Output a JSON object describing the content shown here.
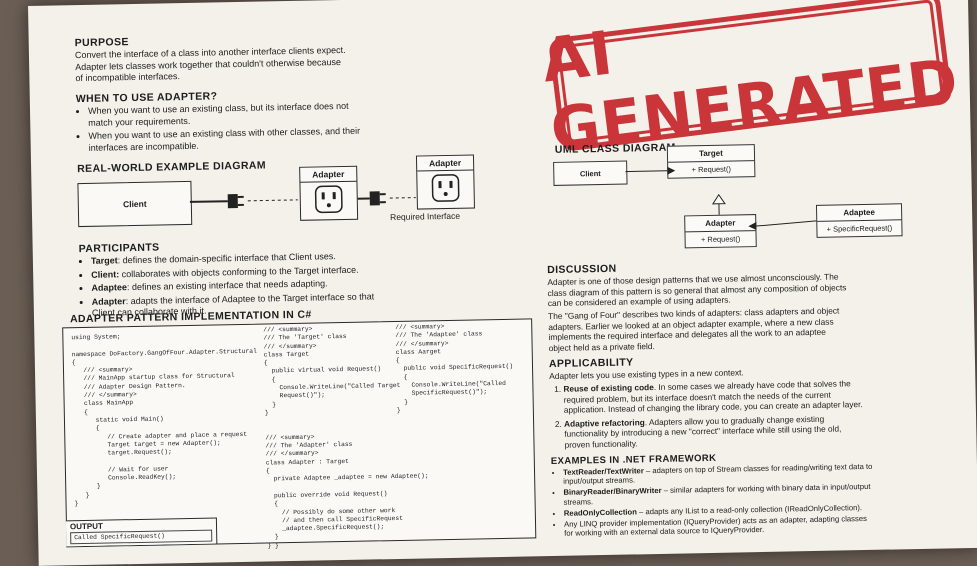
{
  "purpose": {
    "heading": "PURPOSE",
    "lines": [
      "Convert the interface of a class into another interface clients expect.",
      "Adapter lets classes work together that couldn't otherwise because",
      "of incompatible interfaces."
    ]
  },
  "when": {
    "heading": "WHEN TO USE ADAPTER?",
    "items": [
      "When you want to use an existing class, but its interface does not match your requirements.",
      "When you want to use an existing class with other classes, and their interfaces are incompatible."
    ]
  },
  "realworld": {
    "heading": "REAL-WORLD EXAMPLE DIAGRAM",
    "client": "Client",
    "adapter": "Adapter",
    "adaptee": "Adapter",
    "caption": "Required Interface"
  },
  "participants": {
    "heading": "PARTICIPANTS",
    "items": [
      {
        "term": "Target",
        "text": ": defines the domain-specific interface that Client uses."
      },
      {
        "term": "Client:",
        "text": " collaborates with objects conforming to the Target interface."
      },
      {
        "term": "Adaptee",
        "text": ": defines an existing interface that needs adapting."
      },
      {
        "term": "Adapter",
        "text": ": adapts the interface of Adaptee to the Target interface so that Client can collaborate with it."
      }
    ]
  },
  "code": {
    "heading": "ADAPTER PATTERN IMPLEMENTATION IN C#",
    "col1": "using System;\n\nnamespace DoFactory.GangOfFour.Adapter.Structural\n{\n   /// <summary>\n   /// MainApp startup class for Structural\n   /// Adapter Design Pattern.\n   /// </summary>\n   class MainApp\n   {\n      static void Main()\n      {\n         // Create adapter and place a request\n         Target target = new Adapter();\n         target.Request();\n\n         // Wait for user\n         Console.ReadKey();\n      }\n   }\n}",
    "col2": "/// <summary>\n/// The 'Target' class\n/// </summary>\nclass Target\n{\n  public virtual void Request()\n  {\n    Console.WriteLine(\"Called Target\n    Request()\");\n  }\n}\n\n\n/// <summary>\n/// The 'Adapter' class\n/// </summary>\nclass Adapter : Target\n{\n  private Adaptee _adaptee = new Adaptee();\n\n  public override void Request()\n  {\n    // Possibly do some other work\n    // and then call SpecificRequest\n    _adaptee.SpecificRequest();\n  }\n} }",
    "col3": "/// <summary>\n/// The 'Adaptee' class\n/// </summary>\nclass Aarget\n{\n  public void SpecificRequest()\n  {\n    Console.WriteLine(\"Called\n    SpecificRequest()\");\n  }\n}",
    "output_heading": "OUTPUT",
    "output": "Called SpecificRequest()"
  },
  "stamp": "AI GENERATED",
  "uml": {
    "heading": "UML CLASS DIAGRAM",
    "client": "Client",
    "target": "Target",
    "target_method": "+ Request()",
    "adapter": "Adapter",
    "adapter_method": "+ Request()",
    "adaptee": "Adaptee",
    "adaptee_method": "+ SpecificRequest()"
  },
  "discussion": {
    "heading": "DISCUSSION",
    "p1": "Adapter is one of those design patterns that we use almost unconsciously. The class diagram of this pattern is so general that almost any composition of objects can be considered an example of using adapters.",
    "p2": "The \"Gang of Four\" describes two kinds of adapters: class adapters and object adapters. Earlier we looked at an object adapter example, where a new class implements the required interface and delegates all the work to an adaptee object held as a private field."
  },
  "applicability": {
    "heading": "APPLICABILITY",
    "intro": "Adapter lets you use existing types in a new context.",
    "items": [
      {
        "term": "Reuse of existing code",
        "text": ". In some cases we already have code that solves the required problem, but its interface doesn't match the needs of the current application. Instead of changing the library code, you can create an adapter layer."
      },
      {
        "term": "Adaptive refactoring",
        "text": ". Adapters allow you to gradually change existing functionality by introducing a new \"correct\" interface while still using the old, proven functionality."
      }
    ]
  },
  "examples": {
    "heading": "EXAMPLES IN .NET FRAMEWORK",
    "items": [
      {
        "term": "TextReader/TextWriter",
        "text": " – adapters on top of Stream classes for reading/writing text data to input/output streams."
      },
      {
        "term": "BinaryReader/BinaryWriter",
        "text": " – similar adapters for working with binary data in input/output streams."
      },
      {
        "term": "ReadOnlyCollection",
        "text": " – adapts any IList to a read-only collection (IReadOnlyCollection)."
      },
      {
        "term": "",
        "text": "Any LINQ provider implementation (IQueryProvider) acts as an adapter, adapting classes for working with an external data source to IQueryProvider."
      }
    ]
  },
  "colors": {
    "stamp": "#c7262c",
    "paper": "#f3f1ea",
    "ink": "#1d1d1d"
  }
}
